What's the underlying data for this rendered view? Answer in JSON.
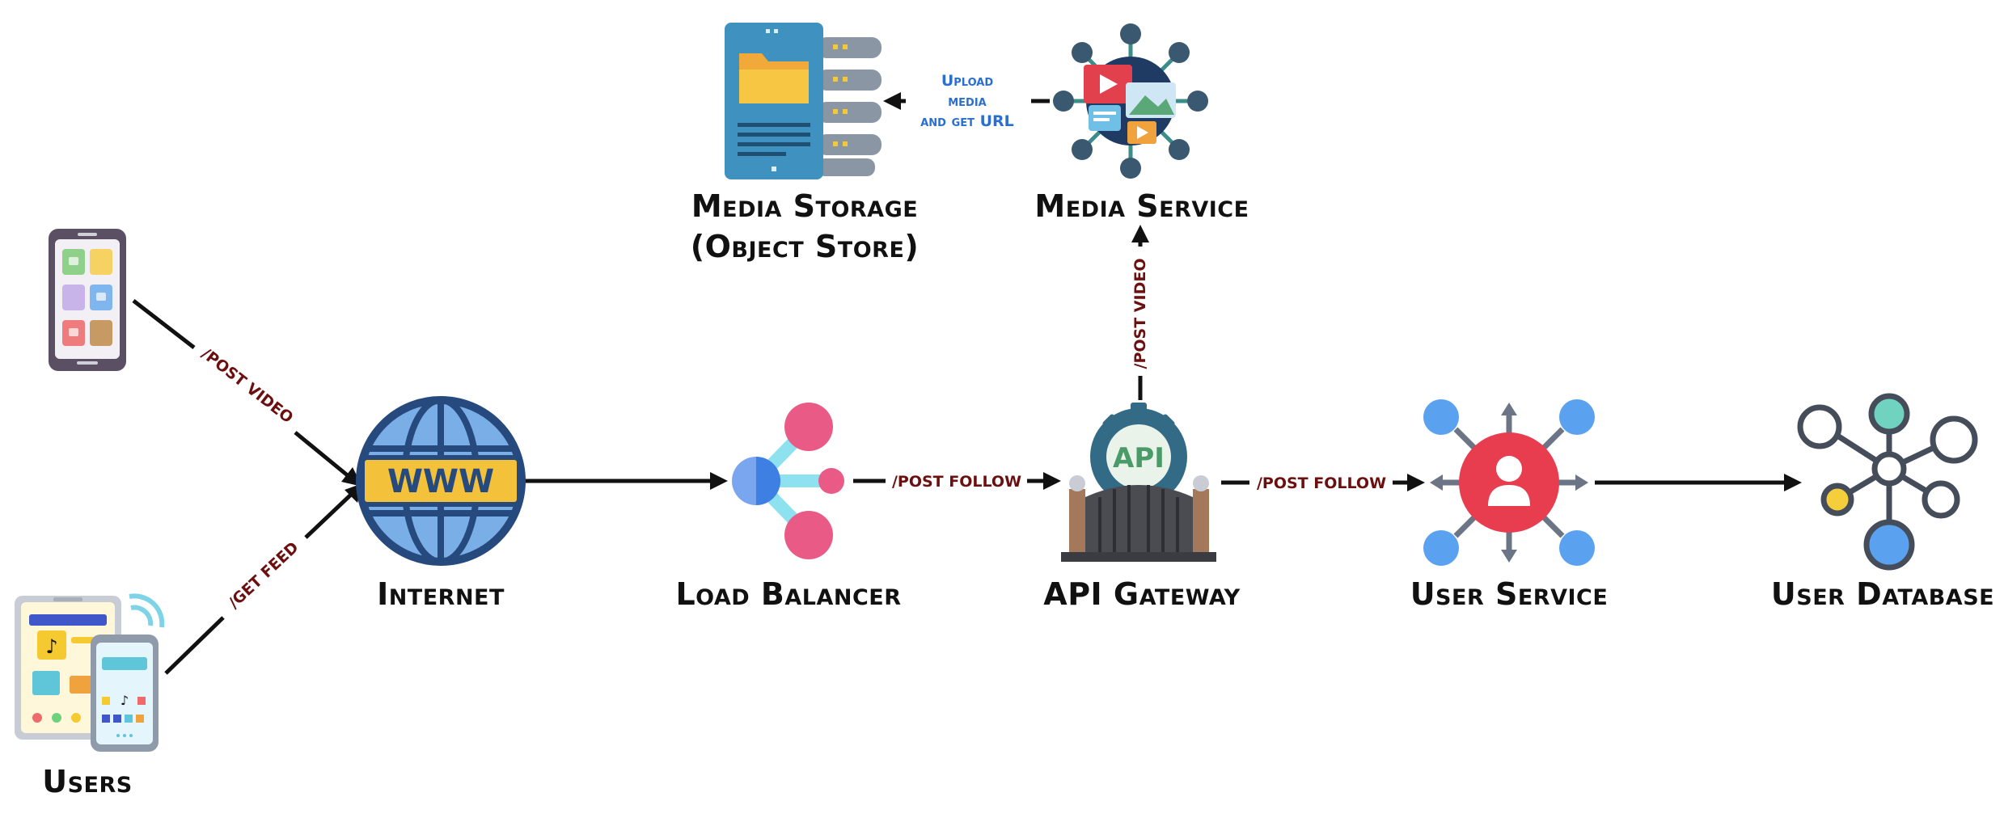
{
  "nodes": {
    "users": {
      "label": "Users"
    },
    "internet": {
      "label": "Internet",
      "badge": "WWW"
    },
    "load_balancer": {
      "label": "Load Balancer"
    },
    "api_gateway": {
      "label": "API Gateway",
      "badge": "API"
    },
    "user_service": {
      "label": "User Service"
    },
    "user_database": {
      "label": "User Database"
    },
    "media_service": {
      "label": "Media Service"
    },
    "media_storage": {
      "label_line1": "Media Storage",
      "label_line2": "(Object Store)"
    }
  },
  "edges": {
    "mobile_to_internet": "/POST VIDEO",
    "tablet_to_internet": "/GET FEED",
    "lb_to_gateway": "/POST FOLLOW",
    "gateway_to_user_service": "/POST FOLLOW",
    "gateway_to_media_service": "/POST VIDEO",
    "media_service_to_storage": [
      "Upload",
      "media",
      "and get URL"
    ]
  },
  "colors": {
    "edge_label": "#6b0f0f",
    "upload_label": "#2a6fcf",
    "arrow": "#111111"
  }
}
